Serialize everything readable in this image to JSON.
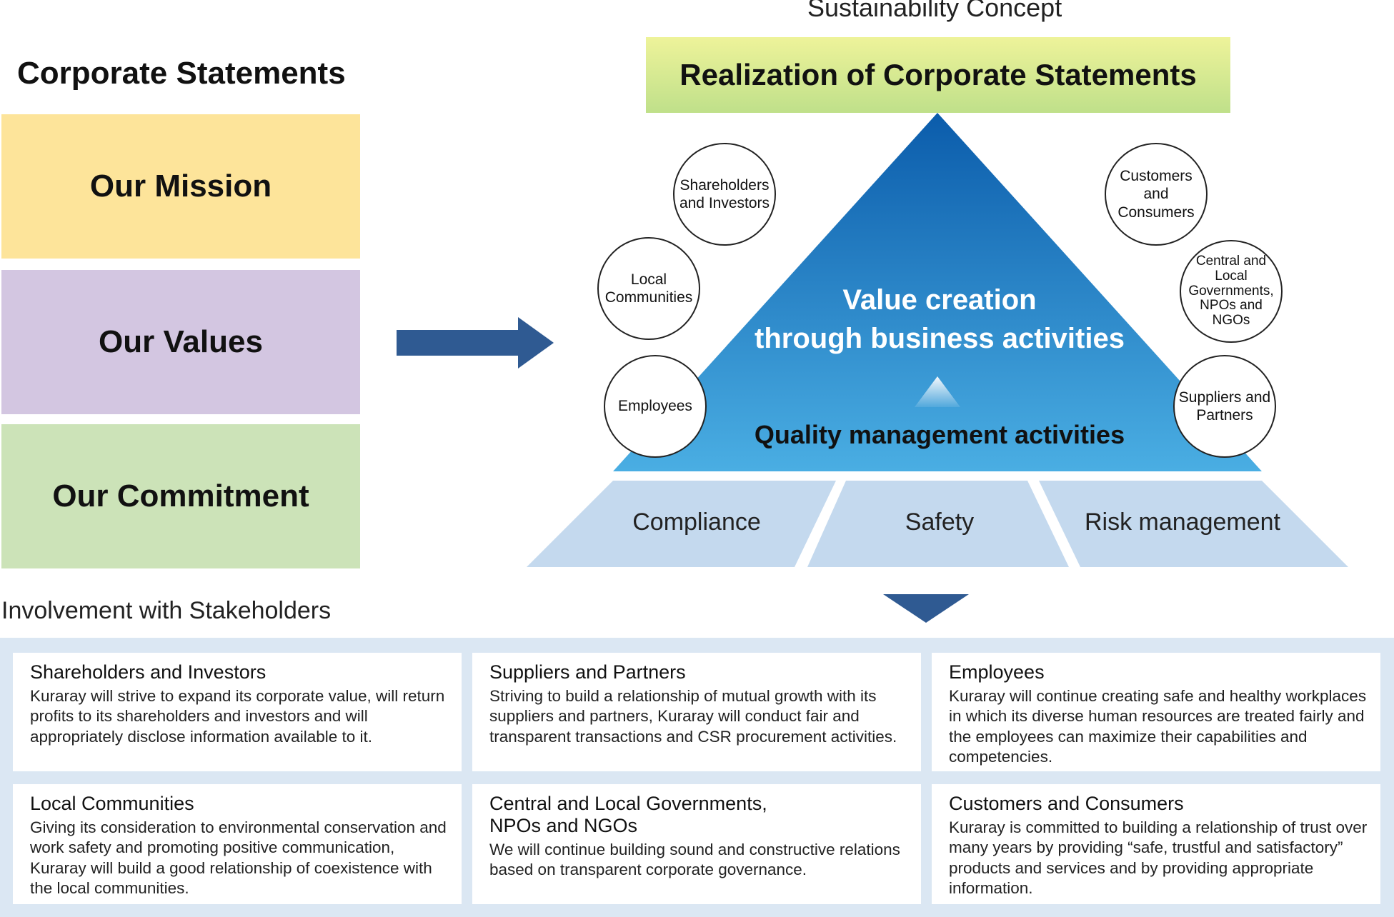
{
  "corporate_statements": {
    "title": "Corporate Statements",
    "items": [
      "Our Mission",
      "Our Values",
      "Our Commitment"
    ]
  },
  "sustainability": {
    "title": "Sustainability Concept",
    "realization": "Realization of Corporate Statements",
    "value_creation_line1": "Value creation",
    "value_creation_line2": "through business activities",
    "quality": "Quality management activities",
    "base": [
      "Compliance",
      "Safety",
      "Risk management"
    ]
  },
  "stakeholder_circles": {
    "shareholders": "Shareholders and Investors",
    "local": "Local Communities",
    "employees": "Employees",
    "customers": "Customers and Consumers",
    "governments": "Central and Local Governments, NPOs and NGOs",
    "suppliers": "Suppliers and Partners"
  },
  "involvement": {
    "title": "Involvement with Stakeholders",
    "cards": [
      {
        "title": "Shareholders and Investors",
        "body": "Kuraray will strive to expand its corporate value, will return profits to its shareholders and investors and will appropriately disclose information available to it."
      },
      {
        "title": "Suppliers and Partners",
        "body": "Striving to build a relationship of mutual growth with its suppliers and partners, Kuraray will conduct fair and transparent transactions and CSR procurement activities."
      },
      {
        "title": "Employees",
        "body": "Kuraray will continue creating safe and healthy workplaces in which its diverse human resources are treated fairly and the employees can maximize their capabilities and competencies."
      },
      {
        "title": "Local Communities",
        "body": "Giving its consideration to environmental conservation and work safety and promoting positive communication, Kuraray will build a good relationship of coexistence with the local communities."
      },
      {
        "title": "Central and Local Governments, NPOs and NGOs",
        "body": "We will continue building sound and constructive relations based on transparent corporate governance."
      },
      {
        "title": "Customers and Consumers",
        "body": "Kuraray is committed to building a relationship of trust over many years by providing “safe, trustful and satisfactory” products and services and by providing appropriate information."
      }
    ]
  },
  "colors": {
    "arrow": "#2f5a92",
    "triangle_top": "#0b5cab",
    "triangle_bottom": "#4aaee3",
    "base": "#c4d9ee"
  }
}
